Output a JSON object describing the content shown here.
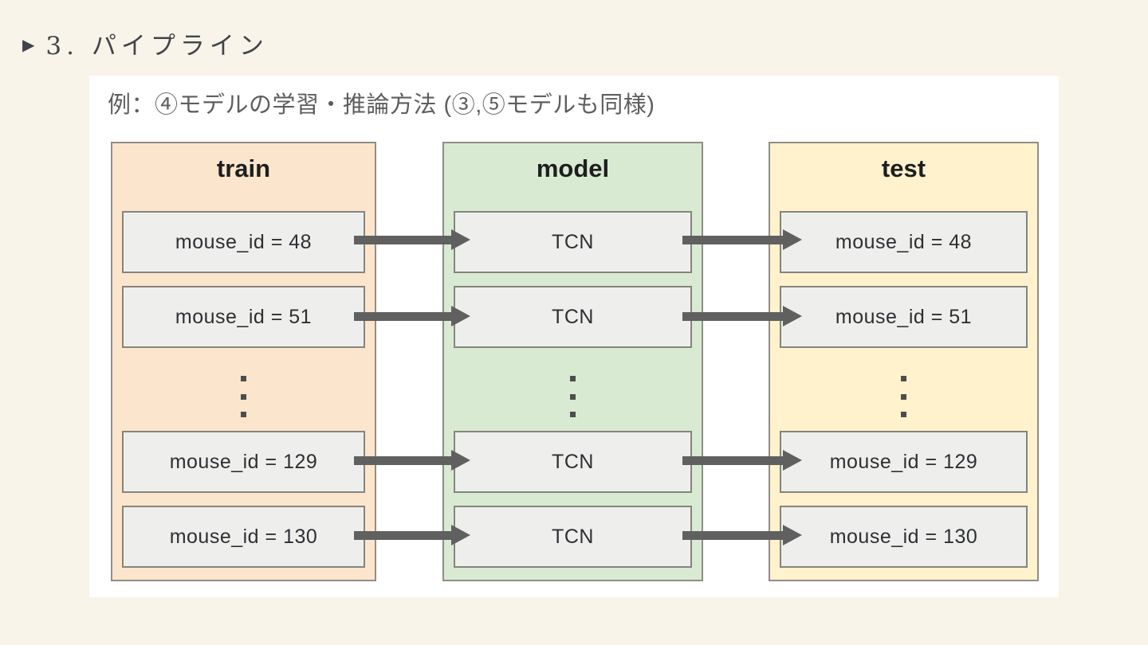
{
  "slide": {
    "title_marker": "▶",
    "title": "3. パイプライン"
  },
  "diagram": {
    "caption": "例：④モデルの学習・推論方法 (③,⑤モデルも同様)",
    "columns": [
      {
        "label": "train",
        "items": [
          "mouse_id = 48",
          "mouse_id = 51",
          "⋮",
          "mouse_id = 129",
          "mouse_id = 130"
        ]
      },
      {
        "label": "model",
        "items": [
          "TCN",
          "TCN",
          "⋮",
          "TCN",
          "TCN"
        ]
      },
      {
        "label": "test",
        "items": [
          "mouse_id = 48",
          "mouse_id = 51",
          "⋮",
          "mouse_id = 129",
          "mouse_id = 130"
        ]
      }
    ],
    "colors": {
      "slide_bg": "#f8f4e9",
      "panel_bg": "#ffffff",
      "train_fill": "#fce5cd",
      "model_fill": "#d9ead3",
      "test_fill": "#fff2cc",
      "column_border": "#8f8e86",
      "box_fill": "#eeefed",
      "box_border": "#85847c",
      "arrow": "#606060",
      "title_color": "#41444a",
      "caption_color": "#5e5e5e",
      "text": "#2e2f33"
    }
  }
}
